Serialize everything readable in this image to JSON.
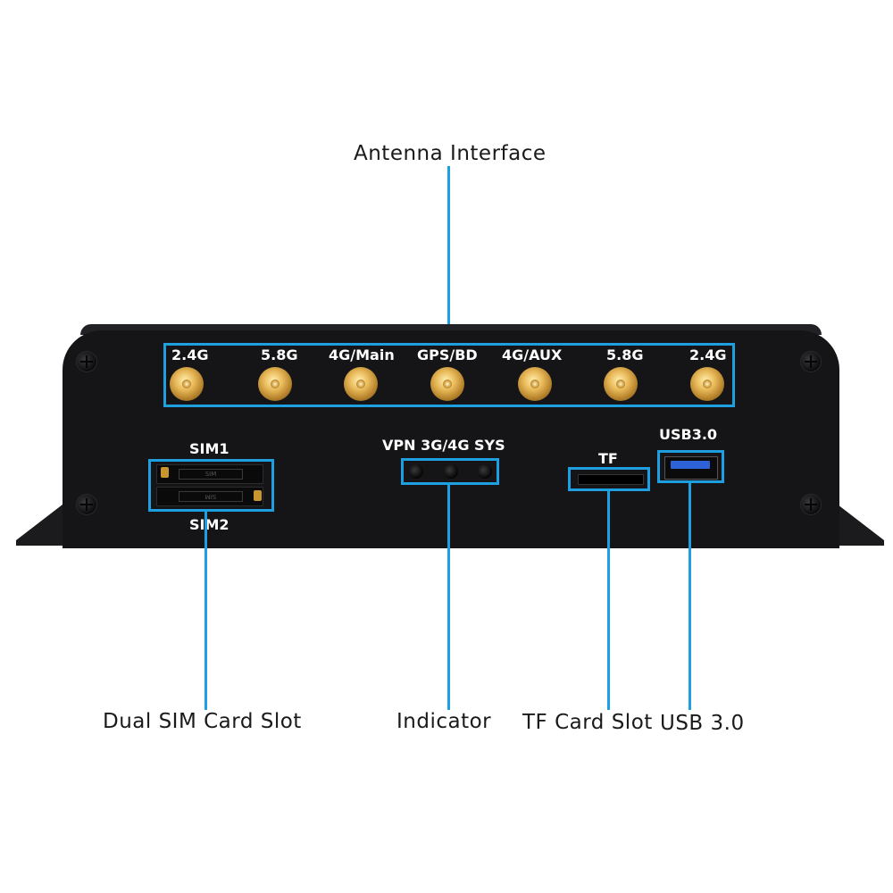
{
  "callouts": {
    "antenna": "Antenna Interface",
    "sim": "Dual SIM Card Slot",
    "indicator": "Indicator",
    "tf": "TF Card Slot",
    "usb": "USB 3.0"
  },
  "device": {
    "antennas": [
      "2.4G",
      "5.8G",
      "4G/Main",
      "GPS/BD",
      "4G/AUX",
      "5.8G",
      "2.4G"
    ],
    "sim1": "SIM1",
    "sim2": "SIM2",
    "sim_slot_text": "SIM",
    "indicators_label": "VPN 3G/4G SYS",
    "tf_label": "TF",
    "usb_label": "USB3.0"
  },
  "colors": {
    "callout_line": "#1e9fe0",
    "device_body": "#151517",
    "antenna_gold": "#c99233",
    "usb_blue": "#2d62d8"
  }
}
